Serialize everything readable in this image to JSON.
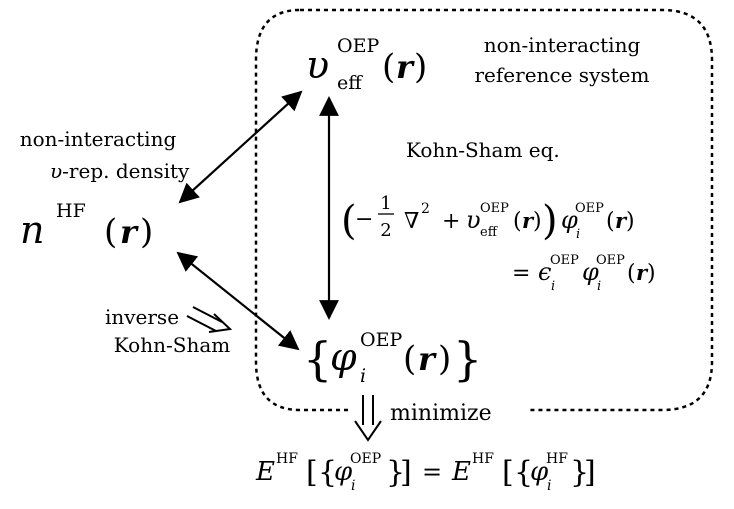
{
  "reference_box": {
    "label_line1": "non-interacting",
    "label_line2": "reference system"
  },
  "density_label": {
    "line1": "non-interacting",
    "line2_symbol": "υ",
    "line2_text": "-rep. density"
  },
  "inverse_label": {
    "line1": "inverse",
    "line2": "Kohn-Sham"
  },
  "kohn_sham": {
    "title": "Kohn-Sham eq."
  },
  "minimize_label": "minimize",
  "symbols": {
    "v": "υ",
    "eff": "eff",
    "oep": "OEP",
    "hf": "HF",
    "n": "n",
    "r": "r",
    "phi": "φ",
    "i": "i",
    "eps": "ϵ",
    "E": "E",
    "half_num": "1",
    "half_den": "2",
    "nabla_sq": "∇",
    "two": "2",
    "minus": "−",
    "plus": "+",
    "equals": "=",
    "lparen": "(",
    "rparen": ")",
    "lbrace": "{",
    "rbrace": "}",
    "lbrack": "[",
    "rbrack": "]"
  }
}
